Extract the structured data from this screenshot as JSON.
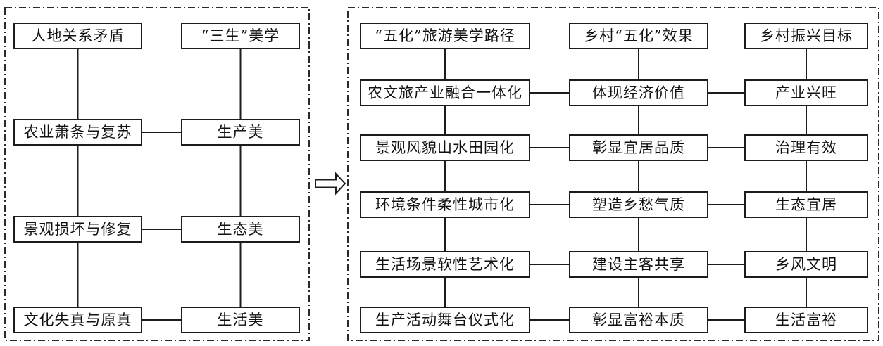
{
  "diagram": {
    "left_panel": {
      "problems": [
        "人地关系矛盾",
        "农业萧条与复苏",
        "景观损坏与修复",
        "文化失真与原真"
      ],
      "aesthetics": [
        "“三生”美学",
        "生产美",
        "生态美",
        "生活美"
      ]
    },
    "right_panel": {
      "path_column": {
        "header": "“五化”旅游美学路径",
        "items": [
          "农文旅产业融合一体化",
          "景观风貌山水田园化",
          "环境条件柔性城市化",
          "生活场景软性艺术化",
          "生产活动舞台仪式化"
        ]
      },
      "effect_column": {
        "header": "乡村“五化”效果",
        "items": [
          "体现经济价值",
          "彰显宜居品质",
          "塑造乡愁气质",
          "建设主客共享",
          "彰显富裕本质"
        ]
      },
      "goal_column": {
        "header": "乡村振兴目标",
        "items": [
          "产业兴旺",
          "治理有效",
          "生态宜居",
          "乡风文明",
          "生活富裕"
        ]
      }
    },
    "colors": {
      "line": "#1c1c1c",
      "box_background": "#ffffff",
      "page_background": "#ffffff"
    }
  }
}
